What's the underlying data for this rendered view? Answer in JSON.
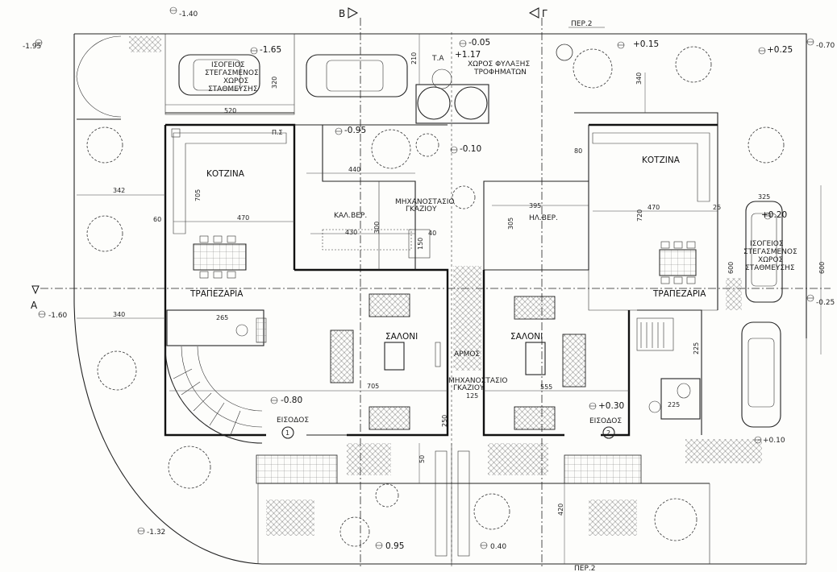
{
  "labels": {
    "axis_b": "Β",
    "axis_g": "Γ",
    "axis_a": "Α",
    "per_top": "ΠΕΡ.2",
    "per_bottom": "ΠΕΡ.2",
    "kitchen_left": "ΚΟΤΖΙΝΑ",
    "kitchen_right": "ΚΟΤΖΙΝΑ",
    "bedroom_left": "ΚΑΛ.ΒΕΡ.",
    "bedroom_right": "ΗΛ.ΒΕΡ.",
    "mech_top": "ΜΗΧΑΝΟΣΤΑΣΙΟ",
    "mech_top2": "ΓΚΑΖΙΟΥ",
    "mech_bottom": "ΜΗΧΑΝΟΣΤΑΣΙΟ",
    "mech_bottom2": "ΓΚΑΖΙΟΥ",
    "dining_left": "ΤΡΑΠΕΖΑΡΙΑ",
    "dining_right": "ΤΡΑΠΕΖΑΡΙΑ",
    "living_left": "ΣΑΛΟΝΙ",
    "living_right": "ΣΑΛΟΝΙ",
    "armos": "ΑΡΜΟΣ",
    "entrance_left": "ΕΙΣΟΔΟΣ",
    "entrance_right": "ΕΙΣΟΔΟΣ",
    "entrance_num_1": "1",
    "entrance_num_2": "2",
    "parking_left_1": "ΙΣΟΓΕΙΟΣ",
    "parking_left_2": "ΣΤΕΓΑΣΜΕΝΟΣ",
    "parking_left_3": "ΧΩΡΟΣ",
    "parking_left_4": "ΣΤΑΘΜΕΥΣΗΣ",
    "parking_right_1": "ΙΣΟΓΕΙΟΣ",
    "parking_right_2": "ΣΤΕΓΑΣΜΕΝΟΣ",
    "parking_right_3": "ΧΩΡΟΣ",
    "parking_right_4": "ΣΤΑΘΜΕΥΣΗΣ",
    "ta": "Τ.Α",
    "storage_1": "ΧΩΡΟΣ ΦΥΛΑΞΗΣ",
    "storage_2": "ΤΡΟΦΗΜΑΤΩΝ",
    "ps": "Π.Σ"
  },
  "levels": {
    "top_left": "-1.40",
    "left_top": "-1.95",
    "parking": "-1.65",
    "entry_top_a": "-0.05",
    "entry_top_b": "+1.17",
    "right_top_a": "+0.15",
    "right_top_b": "+0.25",
    "far_right_top": "-0.70",
    "mid_a": "-0.95",
    "mid_b": "-0.10",
    "right_park": "+0.20",
    "left_mid": "-1.60",
    "right_mid": "-0.25",
    "entrance_left": "-0.80",
    "entrance_right": "+0.30",
    "right_low": "+0.10",
    "left_bottom": "-1.32",
    "bottom_mid": "0.95",
    "bottom_right": "0.40"
  },
  "dims": {
    "d520": "520",
    "d320": "320",
    "d210": "210",
    "d340a": "340",
    "d342": "342",
    "d705a": "705",
    "d470a": "470",
    "d440": "440",
    "d430": "430",
    "d300": "300",
    "d150": "150",
    "d40": "40",
    "d602": "60",
    "d340b": "340",
    "d265": "265",
    "d705b": "705",
    "d395": "395",
    "d305": "305",
    "d720": "720",
    "d470b": "470",
    "d325": "325",
    "d600a": "600",
    "d600b": "600",
    "d25": "25",
    "d80": "80",
    "d225a": "225",
    "d225b": "225",
    "d555": "555",
    "d125": "125",
    "d250": "250",
    "d50": "50",
    "d420": "420"
  }
}
